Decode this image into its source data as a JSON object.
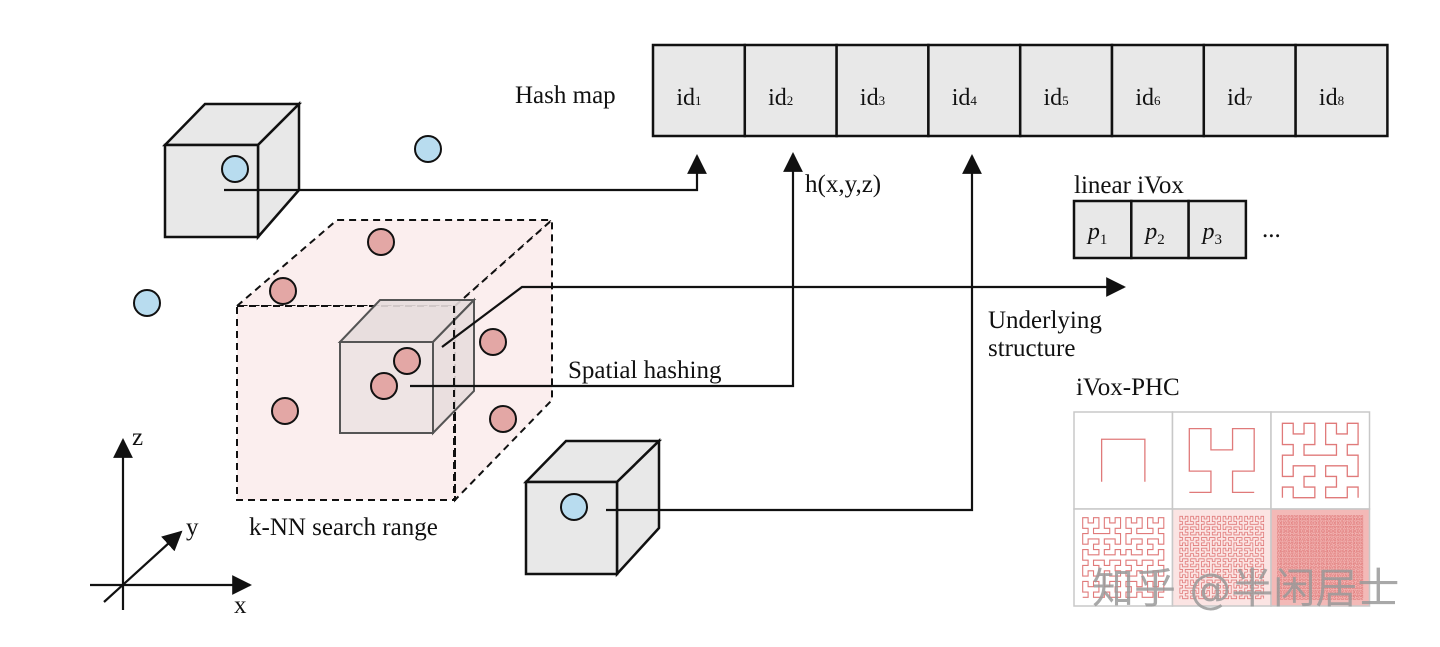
{
  "colors": {
    "stroke": "#111111",
    "cube_fill": "#e8e8e8",
    "inner_cube_fill": "#ece2e2",
    "search_range_fill": "#fbeeee",
    "blue_point": "#b8dcef",
    "red_point": "#e3a7a5",
    "hilbert_stroke": "#e07a7a",
    "hilbert_border": "#c8c8c8"
  },
  "hash_map": {
    "label": "Hash map",
    "cells": [
      {
        "base": "id",
        "sub": "1"
      },
      {
        "base": "id",
        "sub": "2"
      },
      {
        "base": "id",
        "sub": "3"
      },
      {
        "base": "id",
        "sub": "4"
      },
      {
        "base": "id",
        "sub": "5"
      },
      {
        "base": "id",
        "sub": "6"
      },
      {
        "base": "id",
        "sub": "7"
      },
      {
        "base": "id",
        "sub": "8"
      }
    ]
  },
  "linear_ivox": {
    "label": "linear iVox",
    "cells": [
      {
        "base": "p",
        "sub": "1"
      },
      {
        "base": "p",
        "sub": "2"
      },
      {
        "base": "p",
        "sub": "3"
      }
    ],
    "ellipsis": "..."
  },
  "labels": {
    "hash_function": "h(x,y,z)",
    "spatial_hashing": "Spatial hashing",
    "underlying_line1": "Underlying",
    "underlying_line2": "structure",
    "ivox_phc": "iVox-PHC",
    "knn_range": "k-NN search range"
  },
  "axes": {
    "x": "x",
    "y": "y",
    "z": "z"
  },
  "hilbert_orders": [
    1,
    2,
    3,
    4,
    5,
    6
  ],
  "watermark": "知乎 @半闲居士"
}
